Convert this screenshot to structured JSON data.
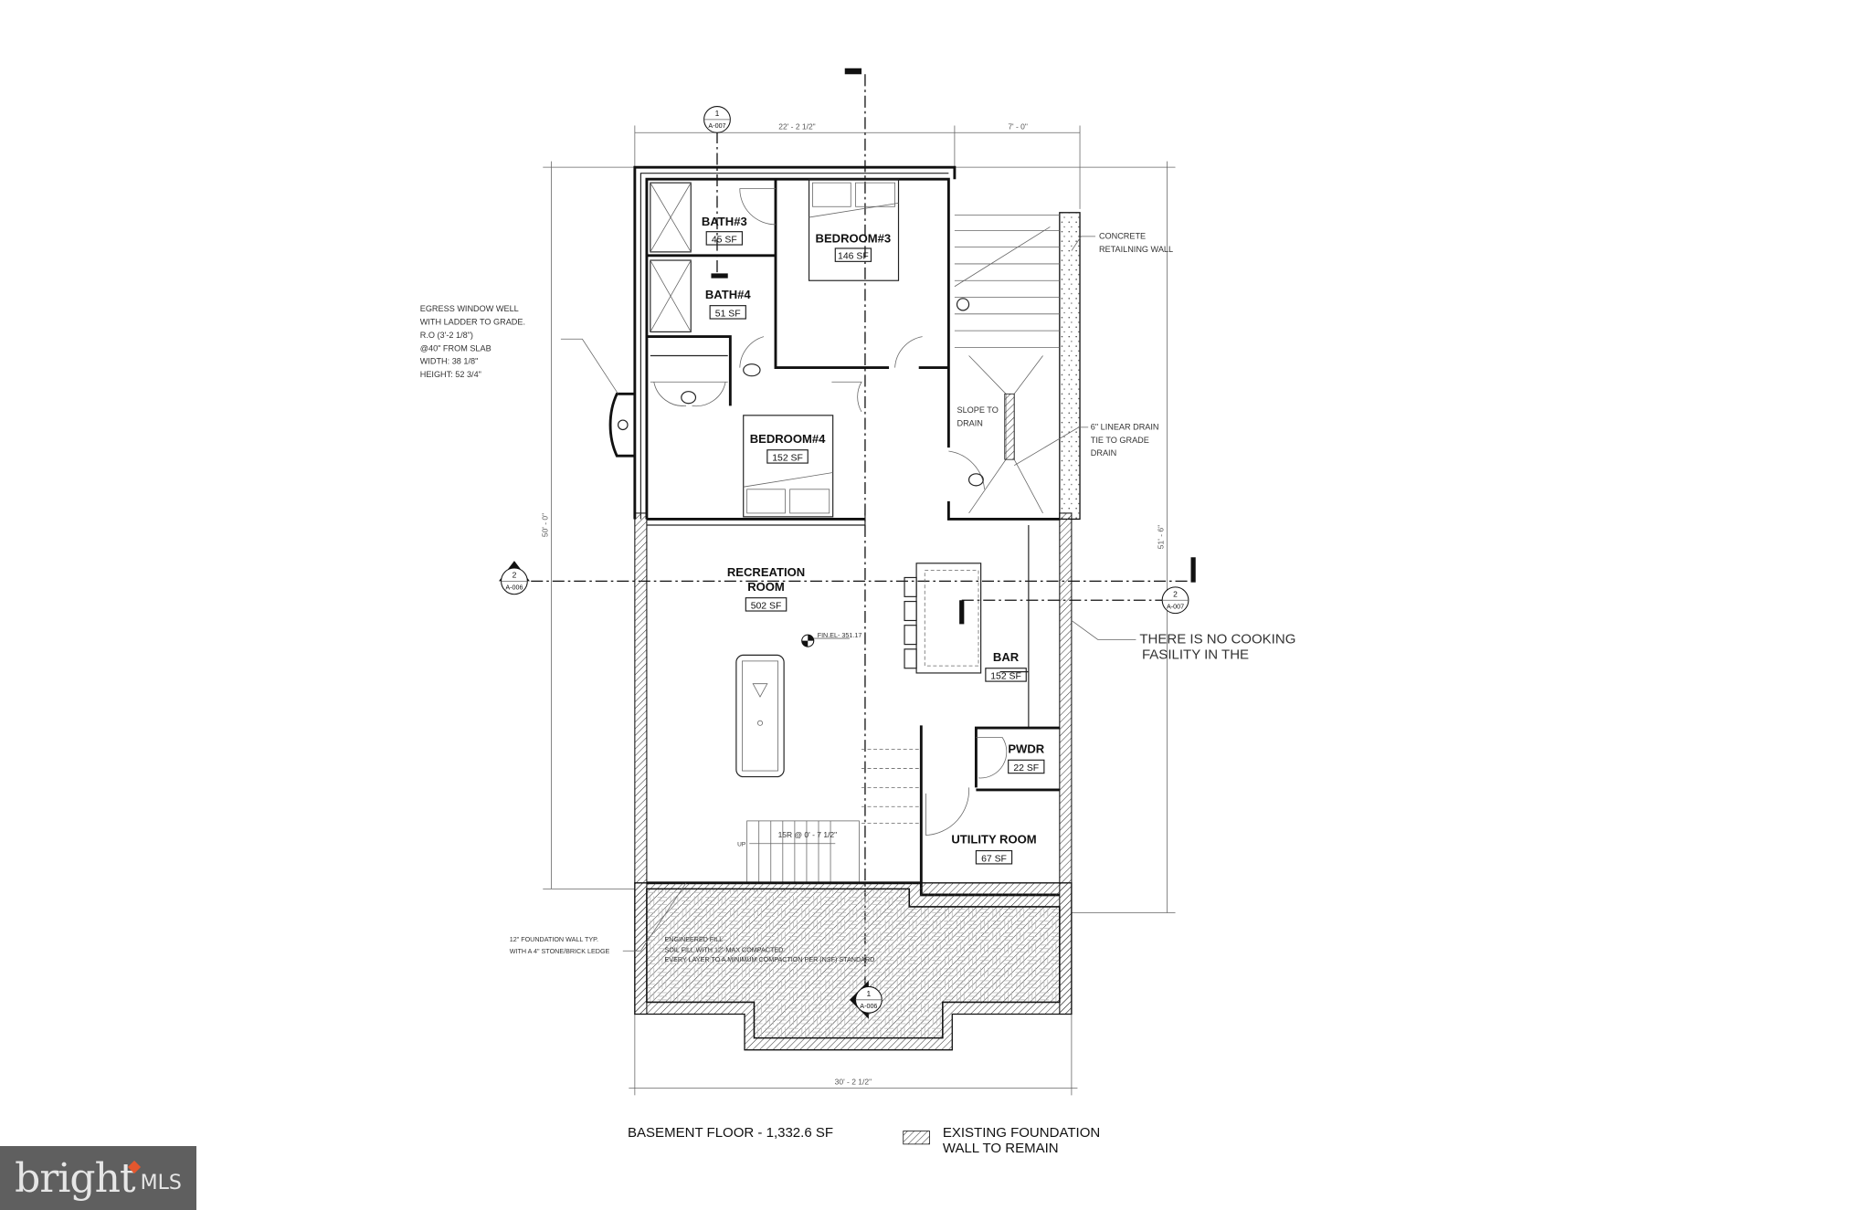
{
  "plan": {
    "title": "BASEMENT FLOOR  - 1,332.6 SF",
    "legend": {
      "line1": "EXISTING FOUNDATION",
      "line2": "WALL TO REMAIN"
    },
    "rooms": [
      {
        "name": "BATH#3",
        "area": "45 SF"
      },
      {
        "name": "BEDROOM#3",
        "area": "146 SF"
      },
      {
        "name": "BATH#4",
        "area": "51 SF"
      },
      {
        "name": "BEDROOM#4",
        "area": "152 SF"
      },
      {
        "name": "RECREATION",
        "name2": "ROOM",
        "area": "502 SF"
      },
      {
        "name": "BAR",
        "area": "152 SF"
      },
      {
        "name": "PWDR",
        "area": "22 SF"
      },
      {
        "name": "UTILITY ROOM",
        "area": "67 SF"
      }
    ],
    "dimensions": {
      "top_left": "22' - 2 1/2\"",
      "top_right": "7' - 0\"",
      "left": "50' - 0\"",
      "right": "51' - 6\"",
      "bottom": "30' - 2 1/2\""
    },
    "callouts": [
      {
        "num": "1",
        "sheet": "A-007"
      },
      {
        "num": "2",
        "sheet": "A-006"
      },
      {
        "num": "2",
        "sheet": "A-007"
      },
      {
        "num": "1",
        "sheet": "A-006"
      }
    ],
    "notes": {
      "egress": [
        "EGRESS WINDOW WELL",
        "WITH LADDER TO GRADE.",
        " R.O (3'-2  1/8\")",
        "@40\" FROM SLAB",
        "WIDTH: 38  1/8\"",
        "HEIGHT: 52 3/4\""
      ],
      "retaining": [
        "CONCRETE",
        "RETAILNING WALL"
      ],
      "slope": [
        "SLOPE TO",
        "DRAIN"
      ],
      "drain": [
        "6\" LINEAR DRAIN",
        "TIE TO GRADE",
        "DRAIN"
      ],
      "cooking": [
        "THERE IS NO COOKING",
        "FASILITY IN THE"
      ],
      "foundation": [
        "12\" FOUNDATION WALL TYP.",
        "WITH A 4\" STONE/BRICK LEDGE"
      ],
      "fill": [
        "ENGINEERED FILL",
        "SOIL FILL WITH 12\" MAX COMPACTED",
        "EVERY LAYER TO A MINIMUM COMPACTION PER (NSF) STANDARD"
      ],
      "elevation": "FIN.EL- 351.17",
      "stair": "15R @ 0' - 7 1/2\"",
      "up": "UP"
    }
  },
  "logo": {
    "brand": "bright",
    "suffix": "MLS",
    "accent": "#e4572e"
  }
}
